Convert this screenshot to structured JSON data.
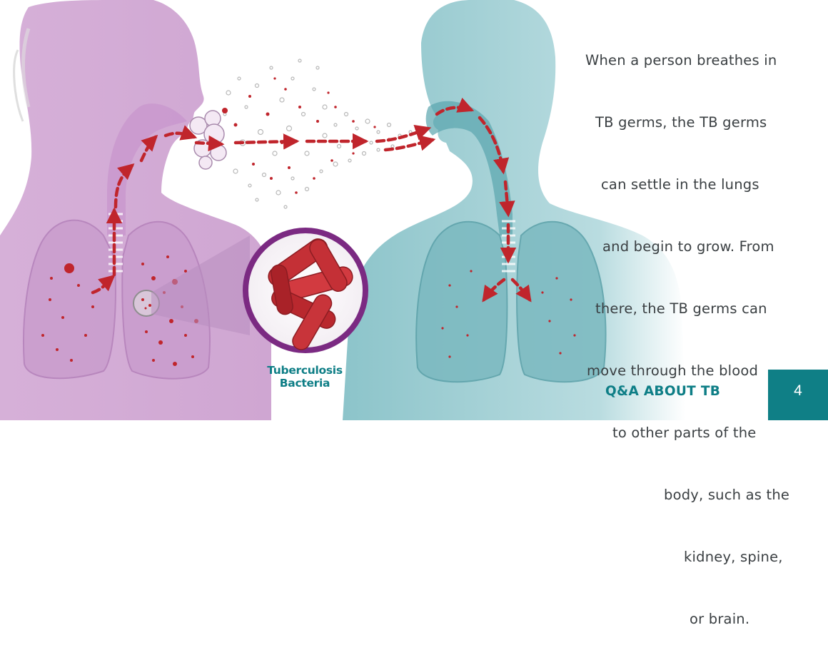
{
  "intro_text": {
    "lines": [
      "When a person breathes in",
      "TB germs, the TB germs",
      "can settle in the lungs",
      "and begin to grow. From",
      "there, the TB germs can",
      "move through the blood",
      "to other parts of the",
      "body, such as the",
      "kidney, spine,",
      "or brain."
    ]
  },
  "illustration": {
    "bacteria_label_line1": "Tuberculosis",
    "bacteria_label_line2": "Bacteria",
    "colors": {
      "infected_person": "#d9b3d9",
      "healthy_person": "#8ec3c9",
      "germ_red": "#c0252c",
      "bacteria_ring": "#7b2a82"
    }
  },
  "footer": {
    "title": "Q&A ABOUT TB",
    "page_number": "4",
    "accent_color": "#0f7f86"
  }
}
